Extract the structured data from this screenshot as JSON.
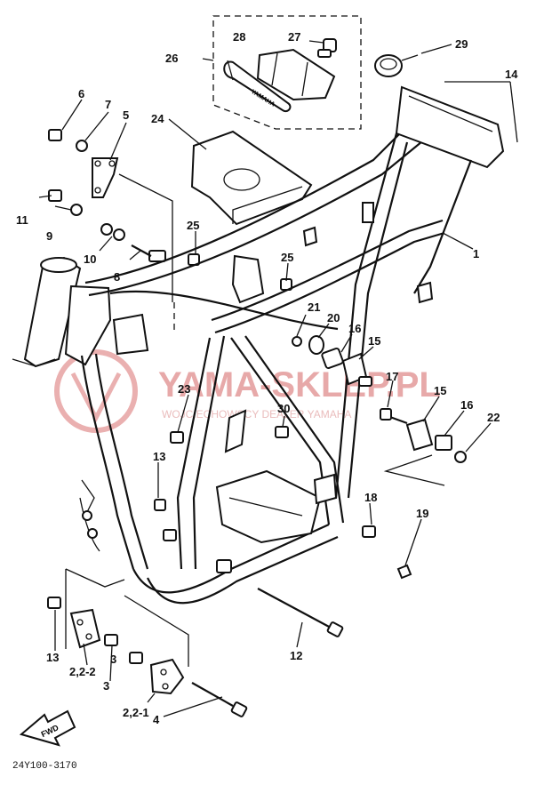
{
  "diagram_code": "24Y100-3170",
  "fwd_arrow_text": "FWD",
  "toolkit_brand": "YAMAHA",
  "watermark": {
    "main": "YAMA-SKLEP.PL",
    "sub": "WOJCIECHOWSCY DEALER YAMAHA"
  },
  "callouts": [
    "1",
    "2,2-1",
    "2,2-2",
    "3",
    "3",
    "4",
    "5",
    "6",
    "7",
    "8",
    "9",
    "10",
    "11",
    "12",
    "13",
    "13",
    "14",
    "15",
    "15",
    "16",
    "16",
    "17",
    "18",
    "19",
    "20",
    "21",
    "22",
    "23",
    "24",
    "25",
    "25",
    "26",
    "27",
    "28",
    "29",
    "30"
  ]
}
